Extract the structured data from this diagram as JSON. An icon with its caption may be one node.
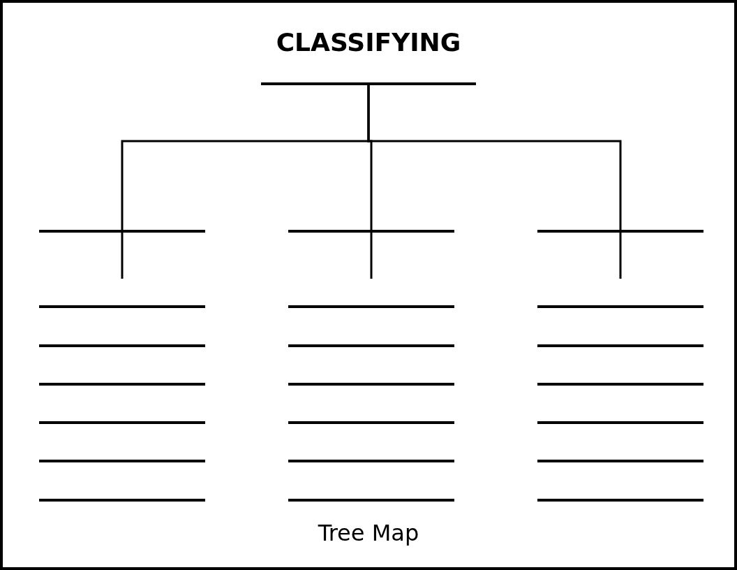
{
  "diagram": {
    "title": "CLASSIFYING",
    "caption": "Tree Map",
    "nodes": [
      {
        "text": [],
        "shape": "line"
      },
      {
        "text": [],
        "shape": "line"
      },
      {
        "text": [],
        "shape": "line"
      },
      {
        "text": [],
        "shape": "line"
      },
      {
        "text": [],
        "shape": "line"
      },
      {
        "text": [],
        "shape": "line"
      },
      {
        "text": [],
        "shape": "line"
      },
      {
        "text": [],
        "shape": "line"
      },
      {
        "text": [],
        "shape": "line"
      },
      {
        "text": [],
        "shape": "line"
      },
      {
        "text": [],
        "shape": "line"
      },
      {
        "text": [],
        "shape": "line"
      },
      {
        "text": [],
        "shape": "line"
      },
      {
        "text": [],
        "shape": "line"
      },
      {
        "text": [],
        "shape": "line"
      },
      {
        "text": [],
        "shape": "line"
      },
      {
        "text": [],
        "shape": "line"
      },
      {
        "text": [],
        "shape": "line"
      },
      {
        "text": [],
        "shape": "line"
      },
      {
        "text": [],
        "shape": "line"
      },
      {
        "text": [],
        "shape": "line"
      },
      {
        "text": [],
        "shape": "line"
      }
    ],
    "edges": [
      {
        "from": 0,
        "to": 1,
        "arrow": "none"
      },
      {
        "from": 0,
        "to": 2,
        "arrow": "none"
      },
      {
        "from": 0,
        "to": 3,
        "arrow": "none"
      },
      {
        "from": 1,
        "to": null,
        "arrow": "none"
      },
      {
        "from": 2,
        "to": null,
        "arrow": "none"
      },
      {
        "from": 3,
        "to": null,
        "arrow": "none"
      }
    ]
  }
}
